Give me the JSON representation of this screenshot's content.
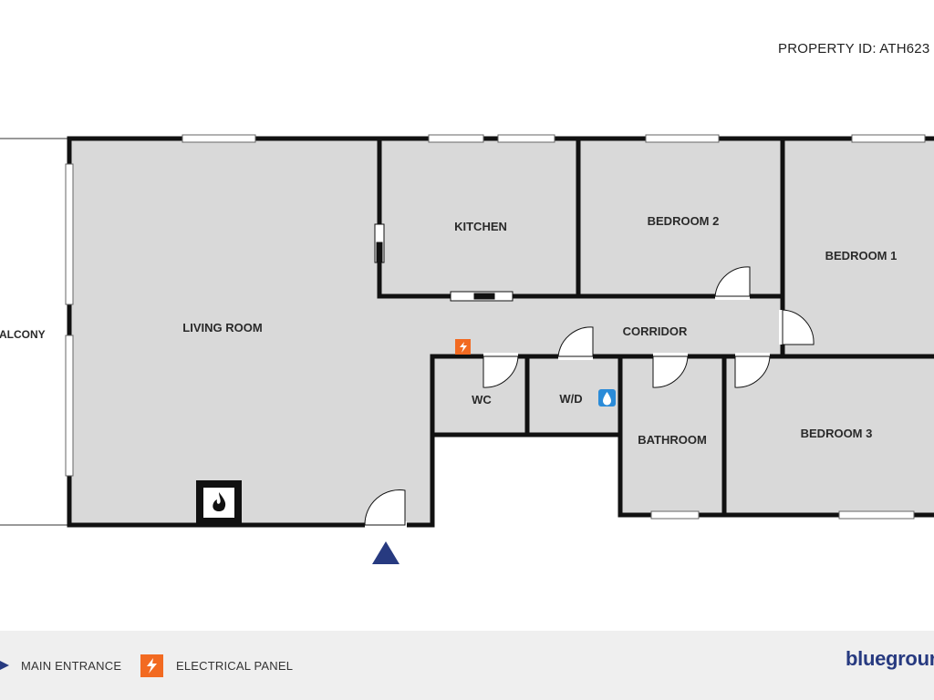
{
  "header": {
    "property_id": "PROPERTY ID: ATH623"
  },
  "rooms": {
    "balcony": "BALCONY",
    "living_room": "LIVING ROOM",
    "kitchen": "KITCHEN",
    "bedroom_2": "BEDROOM 2",
    "bedroom_1": "BEDROOM 1",
    "corridor": "CORRIDOR",
    "wc": "WC",
    "wd": "W/D",
    "bathroom": "BATHROOM",
    "bedroom_3": "BEDROOM 3"
  },
  "icons": {
    "fireplace": "fireplace-icon",
    "electrical_panel": "electrical-panel-icon",
    "water": "water-drop-icon",
    "entrance": "entrance-arrow-icon"
  },
  "legend": {
    "main_entrance": "MAIN ENTRANCE",
    "electrical_panel": "ELECTRICAL PANEL",
    "brand": "bluegrour"
  },
  "colors": {
    "floor": "#d9d9d9",
    "wall": "#111111",
    "accent_orange": "#f26a21",
    "accent_blue": "#2a8bd8",
    "brand_navy": "#273a80"
  }
}
